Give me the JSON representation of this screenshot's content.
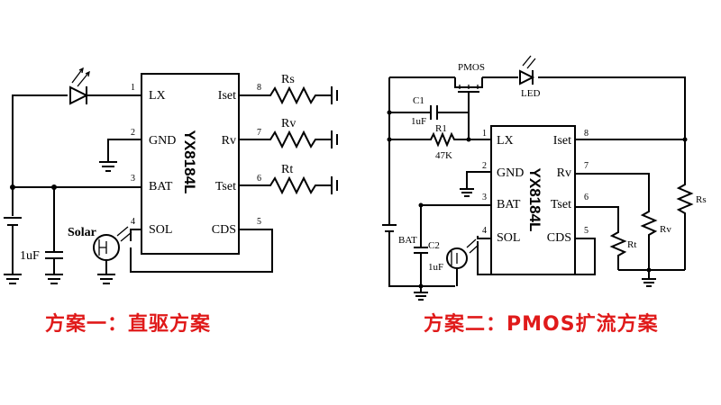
{
  "left": {
    "caption": "方案一：直驱方案",
    "chip": "YX8184L",
    "pins": {
      "lx": "LX",
      "gnd": "GND",
      "bat": "BAT",
      "sol": "SOL",
      "iset": "Iset",
      "rv": "Rv",
      "tset": "Tset",
      "cds": "CDS"
    },
    "pin_numbers": [
      "1",
      "2",
      "3",
      "4",
      "5",
      "6",
      "7",
      "8"
    ],
    "resistors": [
      "Rs",
      "Rv",
      "Rt"
    ],
    "capacitor": "1uF",
    "solar": "Solar"
  },
  "right": {
    "caption": "方案二：PMOS扩流方案",
    "chip": "YX8184L",
    "pins": {
      "lx": "LX",
      "gnd": "GND",
      "bat": "BAT",
      "sol": "SOL",
      "iset": "Iset",
      "rv": "Rv",
      "tset": "Tset",
      "cds": "CDS"
    },
    "pin_numbers": [
      "1",
      "2",
      "3",
      "4",
      "5",
      "6",
      "7",
      "8"
    ],
    "pmos": "PMOS",
    "led": "LED",
    "c1": "C1",
    "c1_value": "1uF",
    "r1": "R1",
    "r1_value": "47K",
    "c2": "C2",
    "c2_value": "1uF",
    "battery": "BAT",
    "rt": "Rt",
    "rv": "Rv",
    "rs": "Rs"
  }
}
